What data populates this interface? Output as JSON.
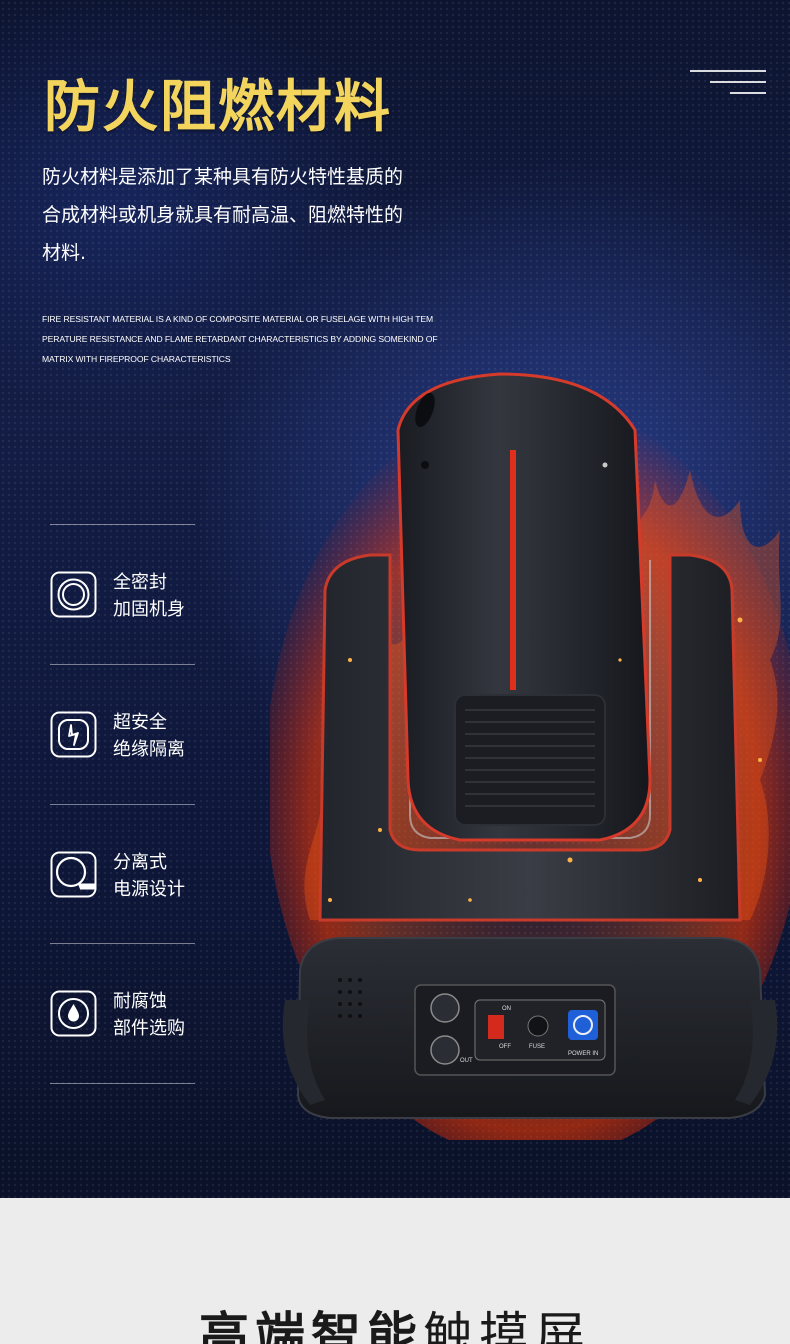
{
  "hero": {
    "title": "防火阻燃材料",
    "description_lines": [
      "防火材料是添加了某种具有防火特性基质的",
      "合成材料或机身就具有耐高温、阻燃特性的",
      "材料."
    ],
    "description_en_lines": [
      "FIRE RESISTANT MATERIAL IS A KIND OF COMPOSITE MATERIAL OR FUSELAGE WITH HIGH TEM",
      "PERATURE RESISTANCE AND FLAME RETARDANT CHARACTERISTICS BY ADDING SOMEKIND OF",
      "MATRIX WITH FIREPROOF CHARACTERISTICS"
    ],
    "accent_color": "#f3d55e"
  },
  "features": [
    {
      "icon": "sealed-rings-icon",
      "line1": "全密封",
      "line2": "加固机身"
    },
    {
      "icon": "lightning-shield-icon",
      "line1": "超安全",
      "line2": "绝缘隔离"
    },
    {
      "icon": "magnifier-ring-icon",
      "line1": "分离式",
      "line2": "电源设计"
    },
    {
      "icon": "water-drop-icon",
      "line1": "耐腐蚀",
      "line2": "部件选购"
    }
  ],
  "product": {
    "panel_labels": {
      "on": "ON",
      "off": "OFF",
      "fuse": "FUSE",
      "power_in": "POWER IN",
      "out": "OUT"
    }
  },
  "bottom": {
    "title_bold": "高端智能",
    "title_light": "触摸屏"
  }
}
